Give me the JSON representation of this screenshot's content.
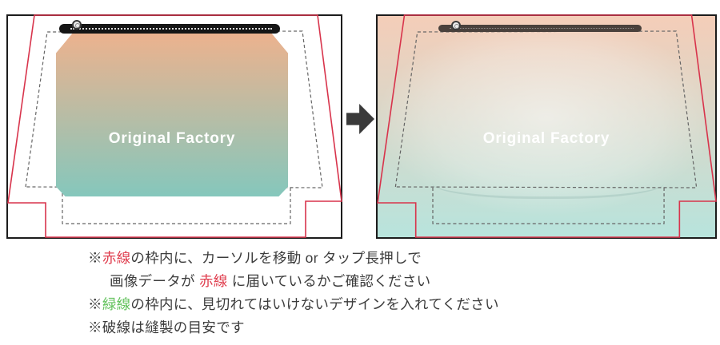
{
  "colors": {
    "border": "#1c1c1c",
    "red_line": "#d8344c",
    "dashed_line": "#666666",
    "arrow": "#3a3a3a",
    "note_text": "#3c3c3c",
    "note_red": "#e04050",
    "note_green": "#63c25d",
    "label_text": "#ffffff",
    "pouch_gradient_top": "#ecb28e",
    "pouch_gradient_bottom": "#85c7bc",
    "bleed_gradient_top": "#f5cdb8",
    "bleed_gradient_bottom": "#b7e4dd",
    "zipper_left": "#161616",
    "zipper_right": "#4a413c"
  },
  "before_panel": {
    "label": "Original Factory"
  },
  "after_panel": {
    "label": "Original Factory"
  },
  "notes": {
    "line1_mark": "※",
    "line1_red": "赤線",
    "line1_rest": "の枠内に、カーソルを移動 or タップ長押しで",
    "line2_pre": "画像データが ",
    "line2_red": "赤線",
    "line2_rest": " に届いているかご確認ください",
    "line3_mark": "※",
    "line3_green": "緑線",
    "line3_rest": "の枠内に、見切れてはいけないデザインを入れてください",
    "line4": "※破線は縫製の目安です"
  }
}
